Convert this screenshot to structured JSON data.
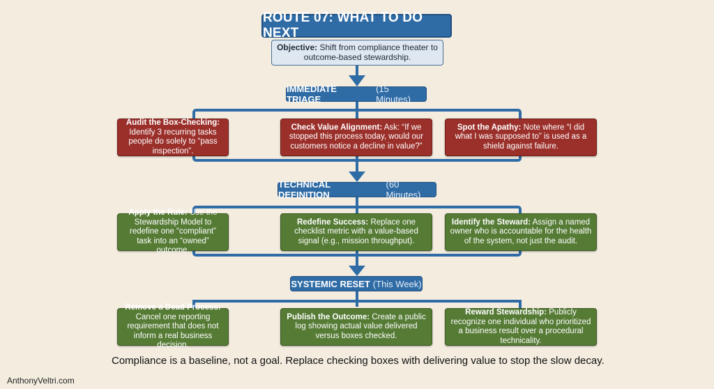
{
  "title": "ROUTE 07: WHAT TO DO NEXT",
  "objective": {
    "label": "Objective:",
    "text": "Shift from compliance theater to outcome-based stewardship."
  },
  "stages": [
    {
      "label": "IMMEDIATE TRIAGE",
      "duration": "(15 Minutes)",
      "color": "#9b302b",
      "cards": [
        {
          "label": "Audit the Box-Checking:",
          "text": "Identify 3 recurring tasks people do solely to “pass inspection”."
        },
        {
          "label": "Check Value Alignment:",
          "text": "Ask: “If we stopped this process today, would our customers notice a decline in value?”"
        },
        {
          "label": "Spot the Apathy:",
          "text": "Note where “I did what I was supposed to” is used as a shield against failure."
        }
      ]
    },
    {
      "label": "TECHNICAL DEFINITION",
      "duration": "(60 Minutes)",
      "color": "#557b35",
      "cards": [
        {
          "label": "Apply the Rule:",
          "text": "Use the Stewardship Model to redefine one “compliant” task into an “owned” outcome."
        },
        {
          "label": "Redefine Success:",
          "text": "Replace one checklist metric with a value-based signal (e.g., mission throughput)."
        },
        {
          "label": "Identify the Steward:",
          "text": "Assign a named owner who is accountable for the health of the system, not just the audit."
        }
      ]
    },
    {
      "label": "SYSTEMIC RESET",
      "duration": "(This Week)",
      "color": "#557b35",
      "cards": [
        {
          "label": "Remove a Dead Process:",
          "text": "Cancel one reporting requirement that does not inform a real business decision."
        },
        {
          "label": "Publish the Outcome:",
          "text": "Create a public log showing actual value delivered versus boxes checked."
        },
        {
          "label": "Reward Stewardship:",
          "text": "Publicly recognize one individual who prioritized a business result over a procedural technicality."
        }
      ]
    }
  ],
  "caption": "Compliance is a baseline, not a goal. Replace checking boxes with delivering value to stop the slow decay.",
  "footer": "AnthonyVeltri.com",
  "colors": {
    "blue": "#2f6ca6",
    "red": "#9b302b",
    "green": "#557b35",
    "background": "#f3ecdf"
  }
}
